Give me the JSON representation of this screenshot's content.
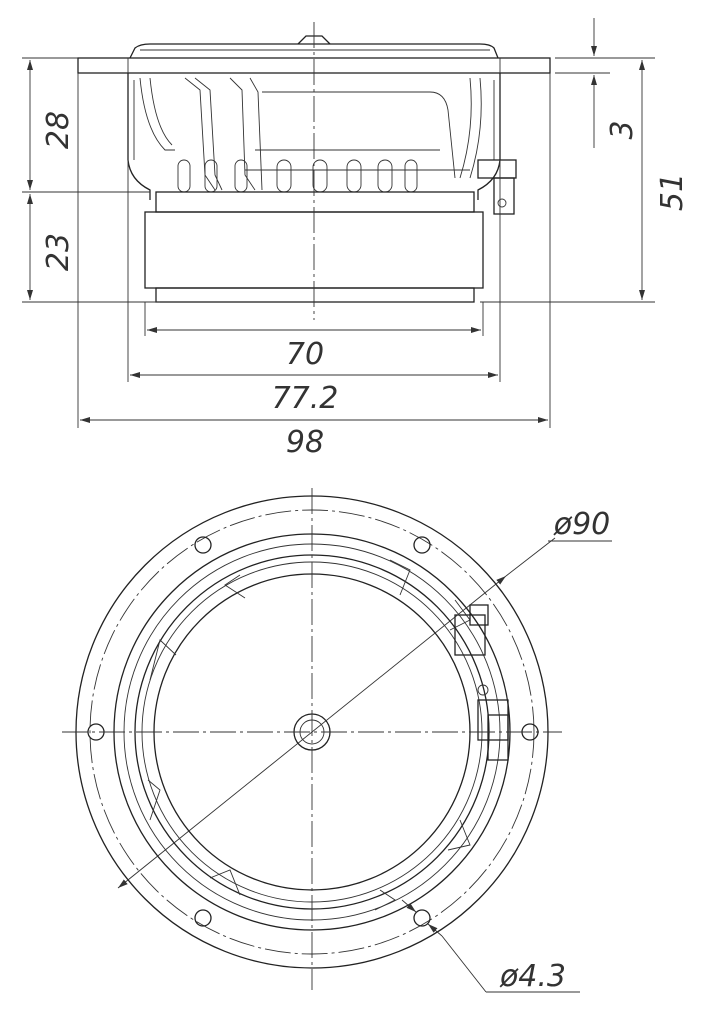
{
  "side_view": {
    "dimensions": {
      "height_upper": "28",
      "height_lower": "23",
      "flange_thickness": "3",
      "total_height": "51",
      "magnet_width": "70",
      "basket_width": "77.2",
      "flange_width": "98"
    }
  },
  "front_view": {
    "dimensions": {
      "bolt_circle": "ø90",
      "hole_diameter": "ø4.3"
    }
  }
}
